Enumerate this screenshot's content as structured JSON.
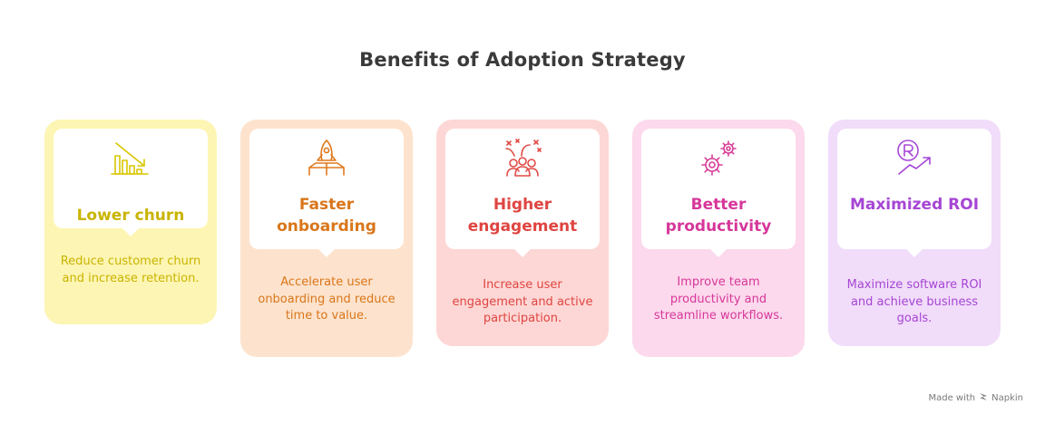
{
  "title": "Benefits of Adoption Strategy",
  "cards": [
    {
      "heading": "Lower churn",
      "desc": "Reduce customer churn and increase retention.",
      "icon": "declining-bar-chart-icon",
      "bg": "#fdf5b3",
      "accent": "#d9c600",
      "text": "#c9b400"
    },
    {
      "heading": "Faster onboarding",
      "desc": "Accelerate user onboarding and reduce time to value.",
      "icon": "rocket-icon",
      "bg": "#fde3cd",
      "accent": "#e07a1e",
      "text": "#d9761a"
    },
    {
      "heading": "Higher engagement",
      "desc": "Increase user engagement and active participation.",
      "icon": "celebrating-group-icon",
      "bg": "#fdd7d5",
      "accent": "#e04a44",
      "text": "#df4541"
    },
    {
      "heading": "Better productivity",
      "desc": "Improve team productivity and streamline workflows.",
      "icon": "gears-icon",
      "bg": "#fcd9ec",
      "accent": "#d63c96",
      "text": "#d6379a"
    },
    {
      "heading": "Maximized ROI",
      "desc": "Maximize software ROI and achieve business goals.",
      "icon": "roi-growth-icon",
      "bg": "#f1dcfa",
      "accent": "#a647d6",
      "text": "#a646d4"
    }
  ],
  "footer": {
    "label": "Made with",
    "brand": "Napkin"
  }
}
